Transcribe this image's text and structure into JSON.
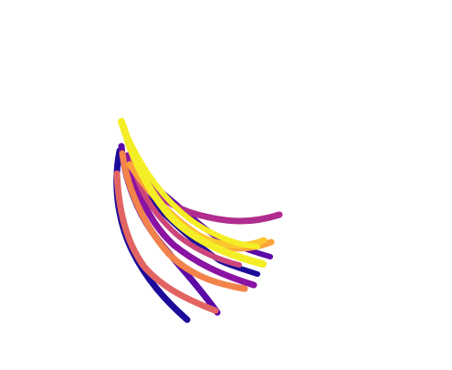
{
  "artwork": {
    "background": "#ffffff",
    "strokes": [
      {
        "id": "s1",
        "color": "#1b0c9a"
      },
      {
        "id": "s2",
        "color": "#5b0aa6"
      },
      {
        "id": "s3",
        "color": "#8b13a3"
      },
      {
        "id": "s4",
        "color": "#b02c8e"
      },
      {
        "id": "s5",
        "color": "#cc467a"
      },
      {
        "id": "s6",
        "color": "#e26462"
      },
      {
        "id": "s7",
        "color": "#f2834a"
      },
      {
        "id": "s8",
        "color": "#fba33a"
      },
      {
        "id": "s9",
        "color": "#fcc72c"
      },
      {
        "id": "s10",
        "color": "#f4ee27"
      }
    ]
  }
}
